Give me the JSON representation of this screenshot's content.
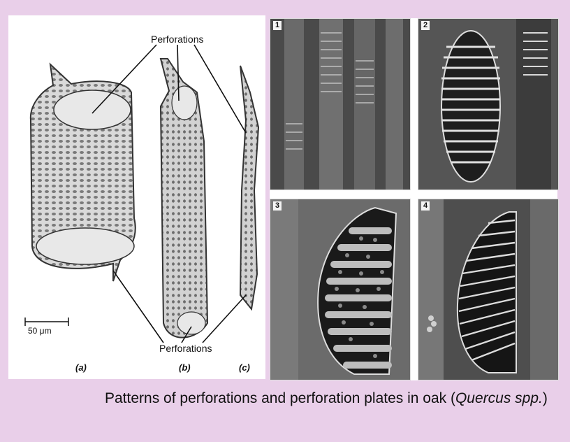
{
  "figure_left": {
    "label_top": "Perforations",
    "label_bottom": "Perforations",
    "scale_bar": "50 μm",
    "sublabels": [
      "(a)",
      "(b)",
      "(c)"
    ]
  },
  "micrographs": [
    {
      "number": "1"
    },
    {
      "number": "2"
    },
    {
      "number": "3"
    },
    {
      "number": "4"
    }
  ],
  "caption": {
    "prefix": "Patterns of perforations and perforation plates in oak (",
    "italic": "Quercus spp.",
    "suffix": ")"
  }
}
